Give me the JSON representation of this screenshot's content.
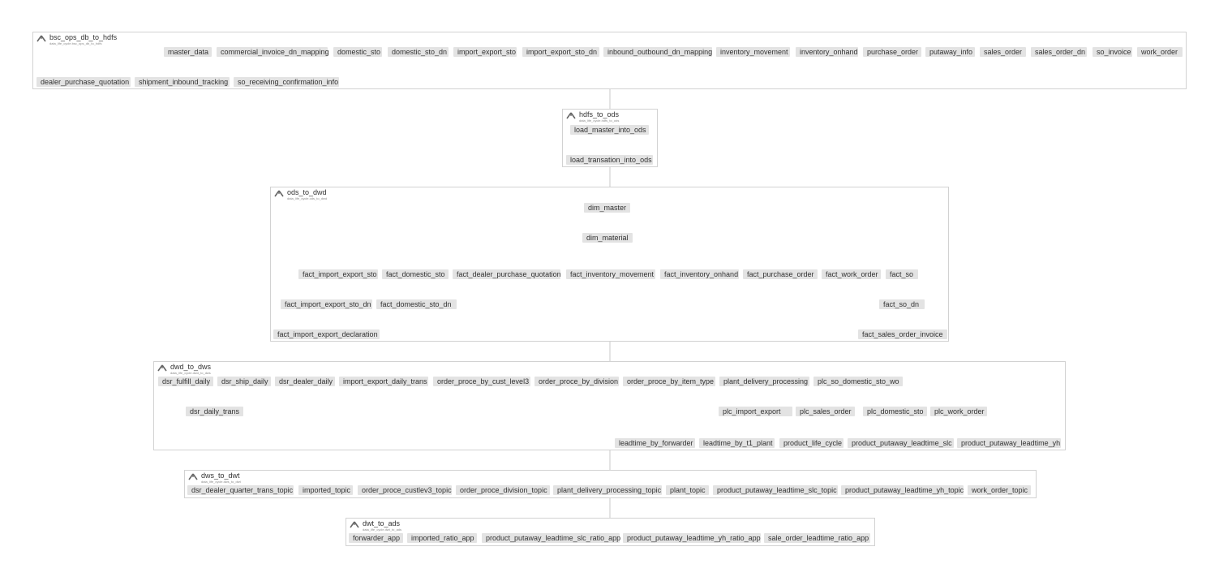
{
  "groups": [
    {
      "title": "bsc_ops_db_to_hdfs",
      "subtitle": "data_life_cycle.bsc_ops_db_to_hdfs",
      "nodes": [
        "master_data",
        "commercial_invoice_dn_mapping",
        "domestic_sto",
        "domestic_sto_dn",
        "import_export_sto",
        "import_export_sto_dn",
        "inbound_outbound_dn_mapping",
        "inventory_movement",
        "inventory_onhand",
        "purchase_order",
        "putaway_info",
        "sales_order",
        "sales_order_dn",
        "so_invoice",
        "work_order",
        "dealer_purchase_quotation",
        "shipment_inbound_tracking",
        "so_receiving_confirmation_info"
      ]
    },
    {
      "title": "hdfs_to_ods",
      "subtitle": "data_life_cycle.hdfs_to_ods",
      "nodes": [
        "load_master_into_ods",
        "load_transation_into_ods"
      ]
    },
    {
      "title": "ods_to_dwd",
      "subtitle": "data_life_cycle.ods_to_dwd",
      "nodes": [
        "dim_master",
        "dim_material",
        "fact_import_export_sto",
        "fact_domestic_sto",
        "fact_dealer_purchase_quotation",
        "fact_inventory_movement",
        "fact_inventory_onhand",
        "fact_purchase_order",
        "fact_work_order",
        "fact_so",
        "fact_import_export_sto_dn",
        "fact_domestic_sto_dn",
        "fact_so_dn",
        "fact_import_export_declaration",
        "fact_sales_order_invoice"
      ]
    },
    {
      "title": "dwd_to_dws",
      "subtitle": "data_life_cycle.dwd_to_dws",
      "nodes": [
        "dsr_fulfill_daily",
        "dsr_ship_daily",
        "dsr_dealer_daily",
        "import_export_daily_trans",
        "order_proce_by_cust_level3",
        "order_proce_by_division",
        "order_proce_by_item_type",
        "plant_delivery_processing",
        "plc_so_domestic_sto_wo",
        "dsr_daily_trans",
        "plc_import_export",
        "plc_sales_order",
        "plc_domestic_sto",
        "plc_work_order",
        "leadtime_by_forwarder",
        "leadtime_by_t1_plant",
        "product_life_cycle",
        "product_putaway_leadtime_slc",
        "product_putaway_leadtime_yh"
      ]
    },
    {
      "title": "dws_to_dwt",
      "subtitle": "data_life_cycle.dws_to_dwt",
      "nodes": [
        "dsr_dealer_quarter_trans_topic",
        "imported_topic",
        "order_proce_custlev3_topic",
        "order_proce_division_topic",
        "plant_delivery_processing_topic",
        "plant_topic",
        "product_putaway_leadtime_slc_topic",
        "product_putaway_leadtime_yh_topic",
        "work_order_topic"
      ]
    },
    {
      "title": "dwt_to_ads",
      "subtitle": "data_life_cycle.dwt_to_ads",
      "nodes": [
        "forwarder_app",
        "imported_ratio_app",
        "product_putaway_leadtime_slc_ratio_app",
        "product_putaway_leadtime_yh_ratio_app",
        "sale_order_leadtime_ratio_app"
      ]
    }
  ],
  "colors": {
    "edge": "#c8c8c8",
    "node_fill": "#e3e3e3",
    "group_border": "#d2d2d2",
    "text": "#333333"
  },
  "icon": "dag-icon"
}
